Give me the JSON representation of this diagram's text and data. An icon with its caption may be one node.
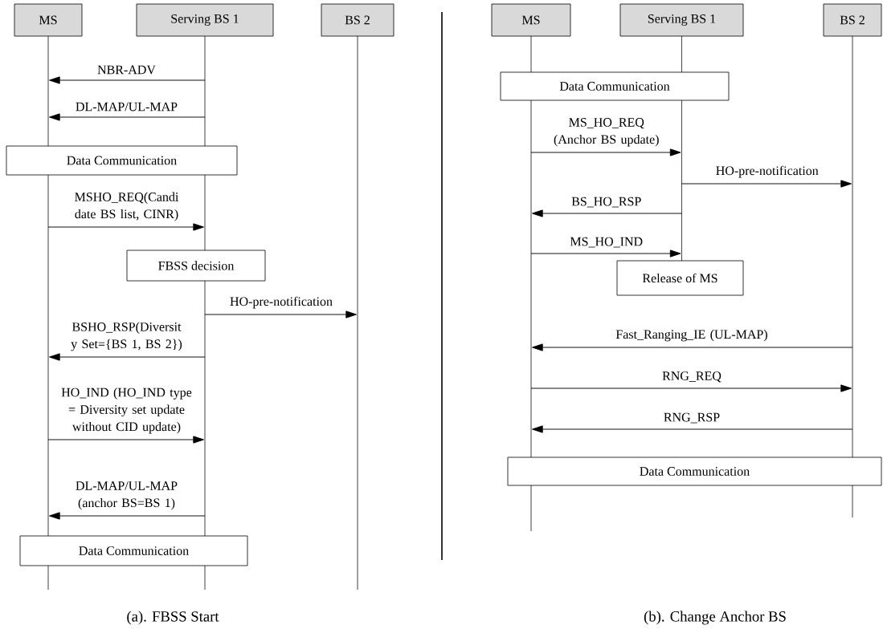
{
  "diagram": {
    "nodes": [
      {
        "text": [
          "MS"
        ]
      },
      {
        "text": [
          "Serving BS 1"
        ]
      },
      {
        "text": [
          "BS 2"
        ]
      },
      {
        "text": [
          "Data Communication"
        ]
      },
      {
        "text": [
          "FBSS decision"
        ]
      },
      {
        "text": [
          "Data Communication"
        ]
      },
      {
        "text": [
          "MS"
        ]
      },
      {
        "text": [
          "Serving BS 1"
        ]
      },
      {
        "text": [
          "BS 2"
        ]
      },
      {
        "text": [
          "Data Communication"
        ]
      },
      {
        "text": [
          "Release of MS"
        ]
      },
      {
        "text": [
          "Data Communication"
        ]
      }
    ],
    "edges": [
      {
        "from": 1,
        "to": 0,
        "arrow": "to",
        "label": "NBR-ADV"
      },
      {
        "from": 1,
        "to": 0,
        "arrow": "to",
        "label": "DL-MAP/UL-MAP"
      },
      {
        "from": 0,
        "to": 1,
        "arrow": "to",
        "label": "MSHO_REQ(Candi date BS list, CINR)"
      },
      {
        "from": 1,
        "to": 2,
        "arrow": "to",
        "label": "HO-pre-notification"
      },
      {
        "from": 1,
        "to": 0,
        "arrow": "to",
        "label": "BSHO_RSP(Diversit y Set={BS 1, BS 2})"
      },
      {
        "from": 0,
        "to": 1,
        "arrow": "to",
        "label": "HO_IND (HO_IND type = Diversity set update without CID update)"
      },
      {
        "from": 1,
        "to": 0,
        "arrow": "to",
        "label": "DL-MAP/UL-MAP (anchor BS=BS 1)"
      },
      {
        "from": 6,
        "to": 7,
        "arrow": "to",
        "label": "MS_HO_REQ (Anchor BS update)"
      },
      {
        "from": 7,
        "to": 8,
        "arrow": "to",
        "label": "HO-pre-notification"
      },
      {
        "from": 7,
        "to": 6,
        "arrow": "to",
        "label": "BS_HO_RSP"
      },
      {
        "from": 6,
        "to": 7,
        "arrow": "to",
        "label": "MS_HO_IND"
      },
      {
        "from": 8,
        "to": 6,
        "arrow": "to",
        "label": "Fast_Ranging_IE (UL-MAP)"
      },
      {
        "from": 6,
        "to": 8,
        "arrow": "to",
        "label": "RNG_REQ"
      },
      {
        "from": 8,
        "to": 6,
        "arrow": "to",
        "label": "RNG_RSP"
      }
    ],
    "labels": [
      "(a). FBSS Start",
      "(b). Change Anchor BS"
    ]
  }
}
